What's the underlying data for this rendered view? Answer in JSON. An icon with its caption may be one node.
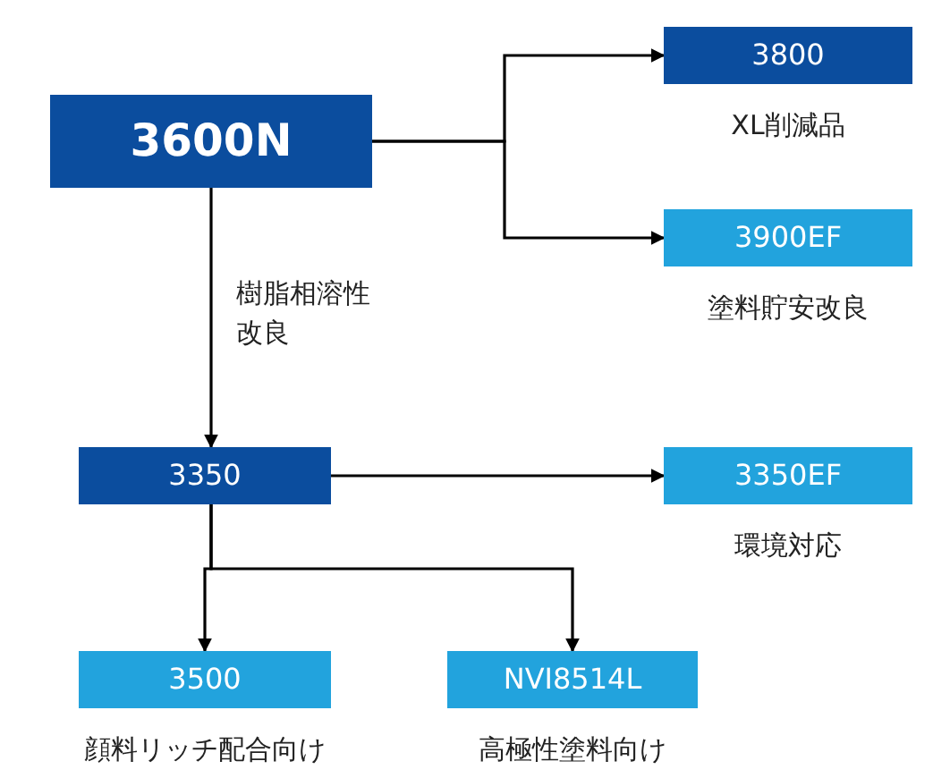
{
  "diagram": {
    "nodes": [
      {
        "text": [
          "3600N"
        ]
      },
      {
        "text": [
          "3800"
        ],
        "beside": [
          "XL削減品"
        ]
      },
      {
        "text": [
          "3900EF"
        ],
        "beside": [
          "塗料貯安改良"
        ]
      },
      {
        "text": [
          "3350"
        ]
      },
      {
        "text": [
          "3350EF"
        ],
        "beside": [
          "環境対応"
        ]
      },
      {
        "text": [
          "3500"
        ],
        "beside": [
          "顔料リッチ配合向け"
        ]
      },
      {
        "text": [
          "NVI8514L"
        ],
        "beside": [
          "高極性塗料向け"
        ]
      }
    ],
    "edges": [
      {
        "from": 0,
        "to": 1,
        "arrow": "to"
      },
      {
        "from": 0,
        "to": 2,
        "arrow": "to"
      },
      {
        "from": 0,
        "to": 3,
        "arrow": "to",
        "label": "樹脂相溶性改良"
      },
      {
        "from": 3,
        "to": 4,
        "arrow": "to"
      },
      {
        "from": 3,
        "to": 5,
        "arrow": "to"
      },
      {
        "from": 3,
        "to": 6,
        "arrow": "to"
      }
    ]
  }
}
